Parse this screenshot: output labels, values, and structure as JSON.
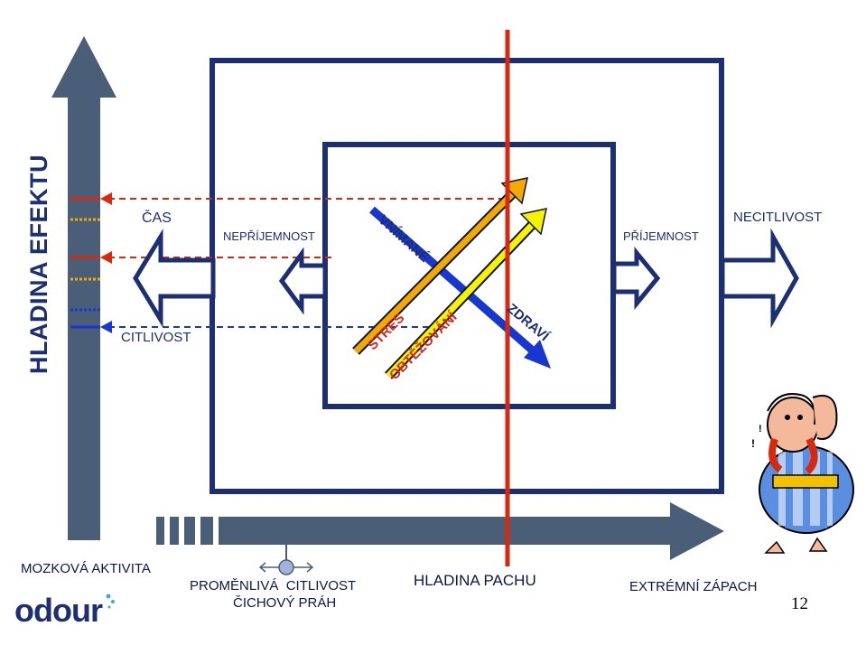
{
  "diagram": {
    "y_axis_label": "HLADINA EFEKTU",
    "left_labels": {
      "cas": "ČAS",
      "citlivost": "CITLIVOST"
    },
    "arrow_labels": {
      "neprijemnost": "NEPŘÍJEMNOST",
      "prijemnost": "PŘÍJEMNOST",
      "necitlivost": "NECITLIVOST"
    },
    "diagonal_labels": {
      "vnimane": "VNÍMANÉ",
      "stres": "STRES",
      "obtezovani": "OBTĚŽOVÁNÍ",
      "zdravi": "ZDRAVÍ"
    },
    "bottom_labels": {
      "mozkova_aktivita": "MOZKOVÁ AKTIVITA",
      "promenliva_citlivost": "PROMĚNLIVÁ  CITLIVOST",
      "cichovy_prah": "ČICHOVÝ PRÁH",
      "hladina_pachu": "HLADINA PACHU",
      "extremni_zapach": "EXTRÉMNÍ ZÁPACH"
    },
    "logo_text": "odour",
    "page_number": "12",
    "colors": {
      "frame": "#1d2f73",
      "axis_fill": "#4a5e78",
      "red": "#d62a10",
      "orange": "#f5a800",
      "yellow": "#f8f200",
      "blue": "#1737d0",
      "navy_text": "#1d2f73"
    },
    "icons": [
      "cartoon-character",
      "slider-icon",
      "odour-logo"
    ]
  }
}
